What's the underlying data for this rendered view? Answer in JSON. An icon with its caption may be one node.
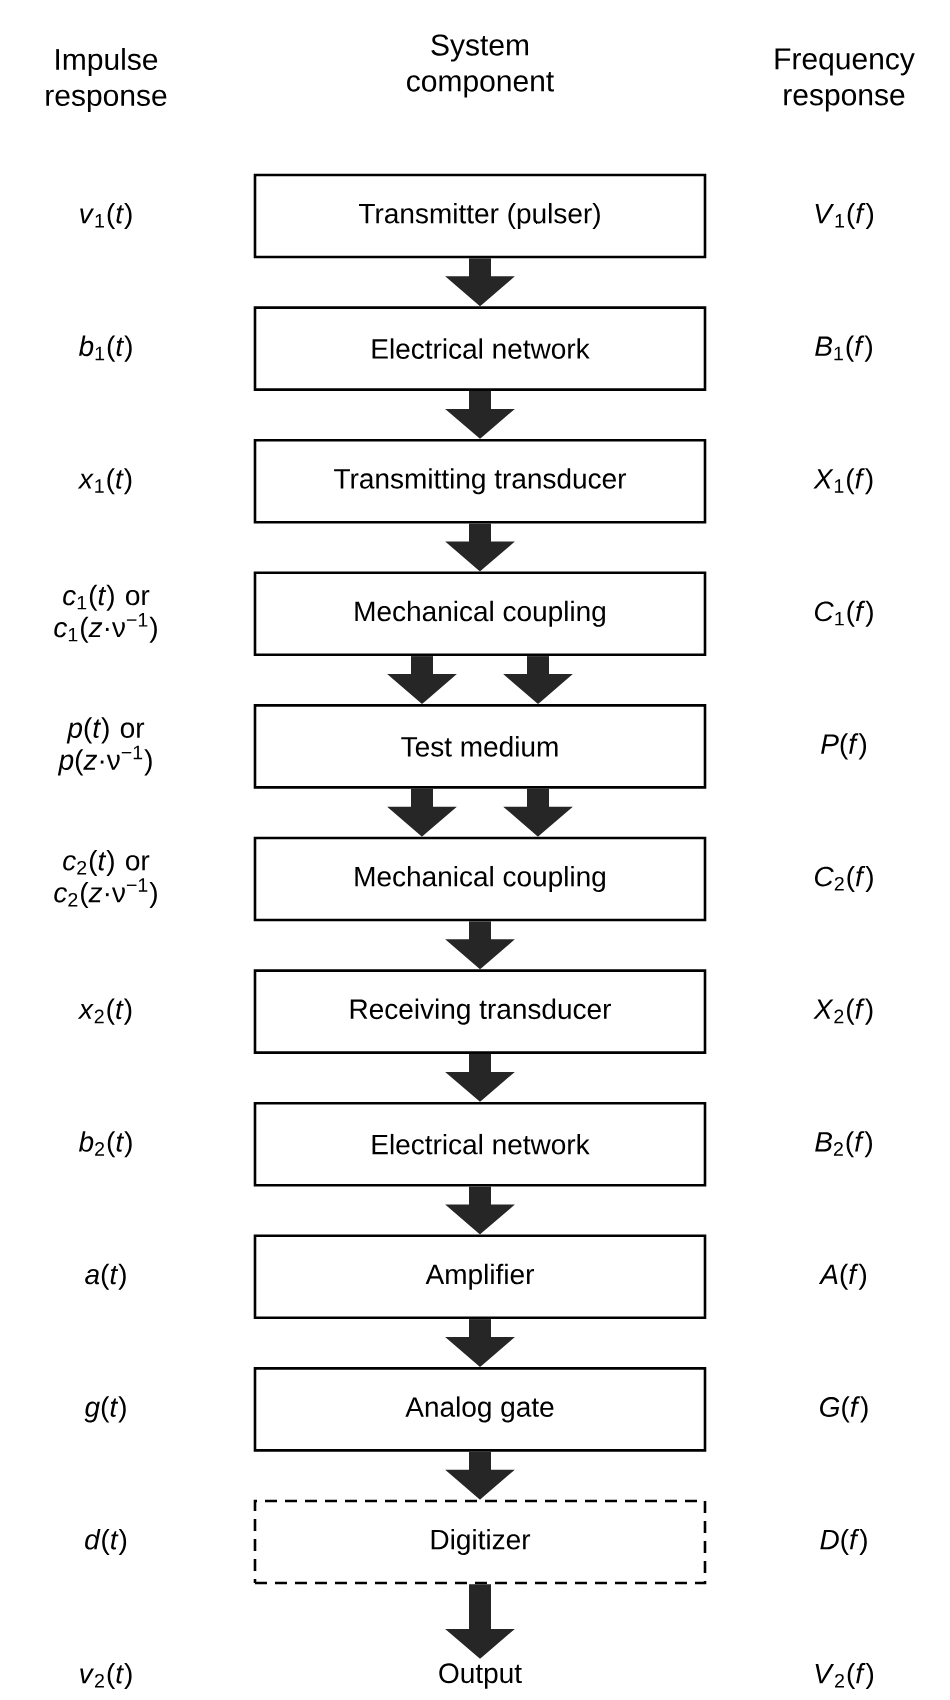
{
  "diagram": {
    "nodes": [
      {
        "text": [
          "Transmitter (pulser)"
        ]
      },
      {
        "text": [
          "Electrical network"
        ]
      },
      {
        "text": [
          "Transmitting transducer"
        ]
      },
      {
        "text": [
          "Mechanical coupling"
        ]
      },
      {
        "text": [
          "Test medium"
        ]
      },
      {
        "text": [
          "Mechanical coupling"
        ]
      },
      {
        "text": [
          "Receiving transducer"
        ]
      },
      {
        "text": [
          "Electrical network"
        ]
      },
      {
        "text": [
          "Amplifier"
        ]
      },
      {
        "text": [
          "Analog gate"
        ]
      },
      {
        "text": [
          "Digitizer"
        ]
      },
      {
        "text": [
          "Output"
        ]
      }
    ],
    "edges": [
      {
        "from": 0,
        "to": 1,
        "arrow": "to"
      },
      {
        "from": 1,
        "to": 2,
        "arrow": "to"
      },
      {
        "from": 2,
        "to": 3,
        "arrow": "to"
      },
      {
        "from": 3,
        "to": 4,
        "arrow": "to"
      },
      {
        "from": 3,
        "to": 4,
        "arrow": "to"
      },
      {
        "from": 4,
        "to": 5,
        "arrow": "to"
      },
      {
        "from": 4,
        "to": 5,
        "arrow": "to"
      },
      {
        "from": 5,
        "to": 6,
        "arrow": "to"
      },
      {
        "from": 6,
        "to": 7,
        "arrow": "to"
      },
      {
        "from": 7,
        "to": 8,
        "arrow": "to"
      },
      {
        "from": 8,
        "to": 9,
        "arrow": "to"
      },
      {
        "from": 9,
        "to": 10,
        "arrow": "to"
      },
      {
        "from": 10,
        "to": 11,
        "arrow": "to"
      }
    ],
    "labels": [
      "Impulse response",
      "System component",
      "Frequency response",
      "*v*$_{1}$(*t*)",
      "*V*$_{1}$(*f*)",
      "*b*$_{1}$(*t*)",
      "*B*$_{1}$(*f*)",
      "*x*$_{1}$(*t*)",
      "*X*$_{1}$(*f*)",
      "*c*$_{1}$(*t*) or *c*$_{1}$(*z*·ν$^{−1}$)",
      "*C*$_{1}$(*f*)",
      "*p*(*t*) or *p*(*z*·ν$^{−1}$)",
      "*P*(*f*)",
      "*c*$_{2}$(*t*) or *c*$_{2}$(*z*·ν$^{−1}$)",
      "*C*$_{2}$(*f*)",
      "*x*$_{2}$(*t*)",
      "*X*$_{2}$(*f*)",
      "*b*$_{2}$(*t*)",
      "*B*$_{2}$(*f*)",
      "*a*(*t*)",
      "*A*(*f*)",
      "*g*(*t*)",
      "*G*(*f*)",
      "*d*(*t*)",
      "*D*(*f*)",
      "*v*$_{2}$(*t*)",
      "*V*$_{2}$(*f*)"
    ]
  }
}
